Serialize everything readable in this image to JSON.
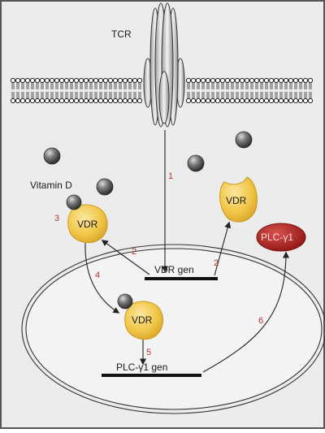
{
  "labels": {
    "tcr": "TCR",
    "vitamin_d": "Vitamin D",
    "vdr_left": "VDR",
    "vdr_right": "VDR",
    "vdr_nucleus": "VDR",
    "vdr_gene": "VDR gen",
    "plc_gene": "PLC-γ1 gen",
    "plc_protein": "PLC-γ1"
  },
  "steps": {
    "s1": "1",
    "s2_left": "2",
    "s2_right": "2",
    "s3": "3",
    "s4": "4",
    "s5": "5",
    "s6": "6"
  },
  "colors": {
    "background": "#ececec",
    "frame_border": "#555555",
    "vdr_fill": "#f2c84b",
    "vdr_stroke": "#c99a1c",
    "vitamin_d_fill": "#6a6a6a",
    "plc_fill": "#b3211f",
    "step_number": "#b03a2e",
    "arrow": "#222222"
  }
}
